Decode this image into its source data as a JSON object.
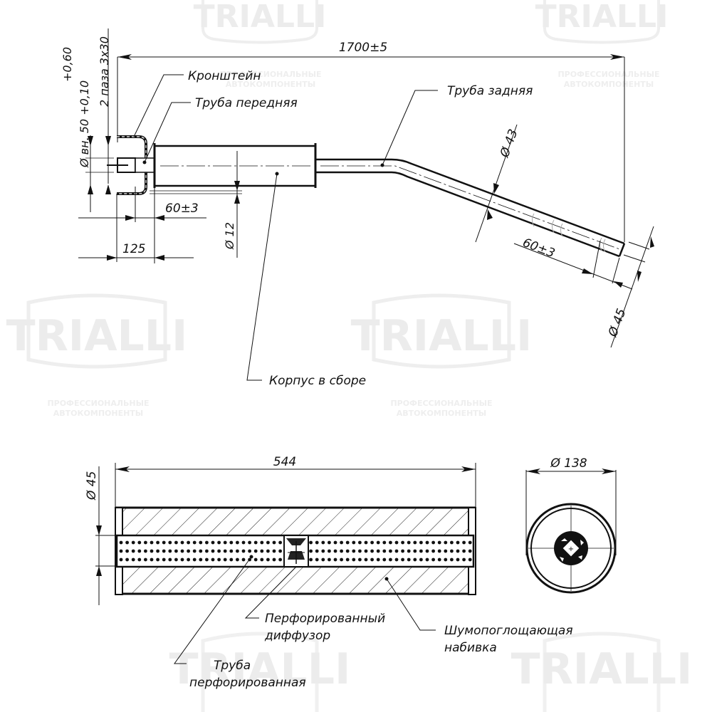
{
  "watermark": {
    "brand": "TRIALLI",
    "tagline_line1": "ПРОФЕССИОНАЛЬНЫЕ",
    "tagline_line2": "АВТОКОМПОНЕНТЫ"
  },
  "top_view": {
    "overall_length": "1700±5",
    "inlet_spec_line1": "+0,60",
    "inlet_spec_line2": "Ø вн. 50 +0,10",
    "inlet_spec_line3": "2 паза 3x30",
    "labels": {
      "bracket": "Кронштейн",
      "front_pipe": "Труба передняя",
      "rear_pipe": "Труба задняя",
      "body_assembly": "Корпус в сборе"
    },
    "dims": {
      "front_insert": "60±3",
      "front_offset": "125",
      "bracket_rod": "Ø 12",
      "rear_pipe_dia": "Ø 43",
      "rear_insert": "60±3",
      "outlet_dia": "Ø 45"
    }
  },
  "section_view": {
    "body_length": "544",
    "pipe_dia": "Ø 45",
    "body_dia": "Ø 138",
    "labels": {
      "perforated_diffuser_line1": "Перфорированный",
      "perforated_diffuser_line2": "диффузор",
      "sound_absorbing_line1": "Шумопоглощающая",
      "sound_absorbing_line2": "набивка",
      "perforated_pipe_line1": "Труба",
      "perforated_pipe_line2": "перфорированная"
    }
  }
}
